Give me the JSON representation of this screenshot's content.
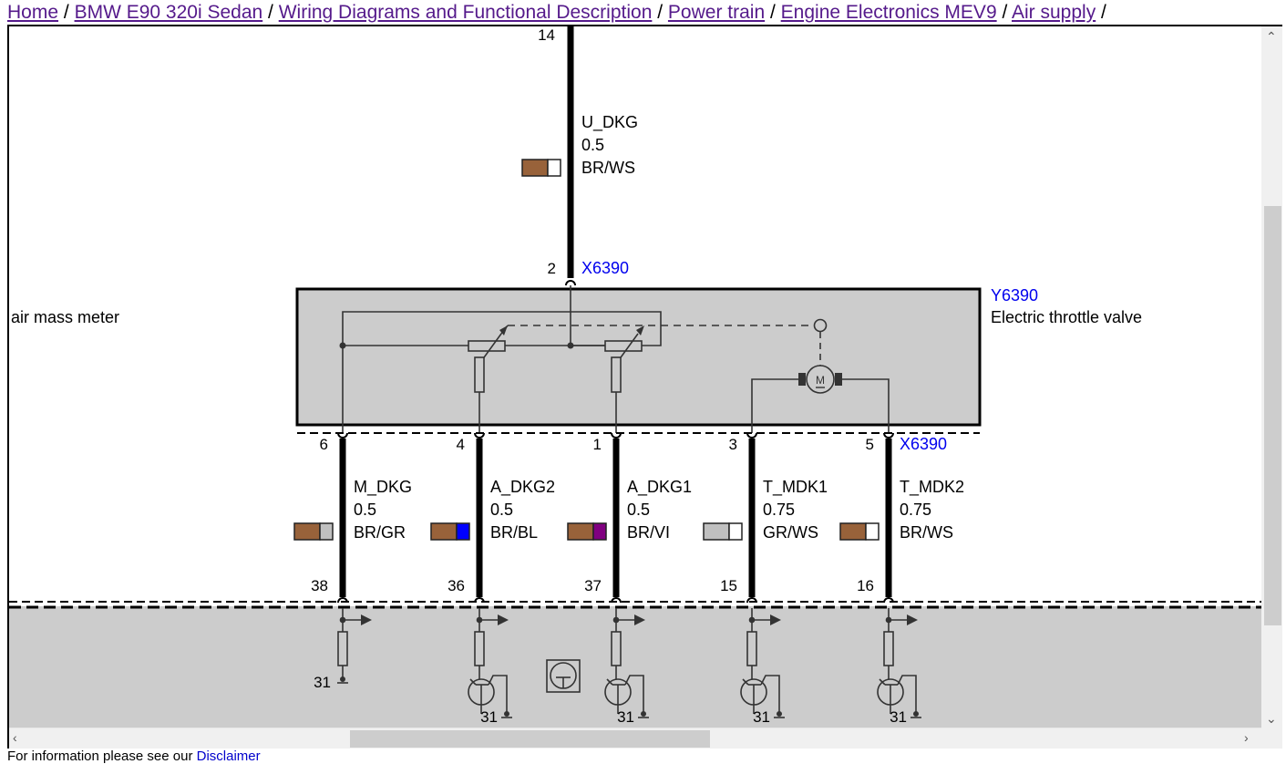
{
  "breadcrumb": {
    "items": [
      {
        "label": "Home"
      },
      {
        "label": "BMW E90 320i Sedan"
      },
      {
        "label": "Wiring Diagrams and Functional Description"
      },
      {
        "label": "Power train"
      },
      {
        "label": "Engine Electronics MEV9"
      },
      {
        "label": "Air supply"
      }
    ],
    "separator": "/"
  },
  "diagram": {
    "left_label": "air mass meter",
    "component": {
      "id": "Y6390",
      "name": "Electric throttle valve",
      "motor_symbol": "M"
    },
    "connector_top": {
      "id": "X6390",
      "pin": "2",
      "source_pin": "14"
    },
    "connector_bottom": {
      "id": "X6390"
    },
    "top_wire": {
      "signal": "U_DKG",
      "gauge": "0.5",
      "color_code": "BR/WS",
      "colors": [
        "#98623a",
        "#ffffff"
      ]
    },
    "wires": [
      {
        "pin_top": "6",
        "pin_bottom": "38",
        "signal": "M_DKG",
        "gauge": "0.5",
        "color_code": "BR/GR",
        "colors": [
          "#98623a",
          "#c0c0c0"
        ]
      },
      {
        "pin_top": "4",
        "pin_bottom": "36",
        "signal": "A_DKG2",
        "gauge": "0.5",
        "color_code": "BR/BL",
        "colors": [
          "#98623a",
          "#0000ff"
        ]
      },
      {
        "pin_top": "1",
        "pin_bottom": "37",
        "signal": "A_DKG1",
        "gauge": "0.5",
        "color_code": "BR/VI",
        "colors": [
          "#98623a",
          "#800080"
        ]
      },
      {
        "pin_top": "3",
        "pin_bottom": "15",
        "signal": "T_MDK1",
        "gauge": "0.75",
        "color_code": "GR/WS",
        "colors": [
          "#c0c0c0",
          "#ffffff"
        ]
      },
      {
        "pin_top": "5",
        "pin_bottom": "16",
        "signal": "T_MDK2",
        "gauge": "0.75",
        "color_code": "BR/WS",
        "colors": [
          "#98623a",
          "#ffffff"
        ]
      }
    ],
    "ground_label": "31"
  },
  "footer": {
    "text": "For information please see our",
    "link": "Disclaimer"
  },
  "colors": {
    "component_fill": "#cccccc",
    "link": "#551a8b",
    "ref": "#0000ee"
  }
}
